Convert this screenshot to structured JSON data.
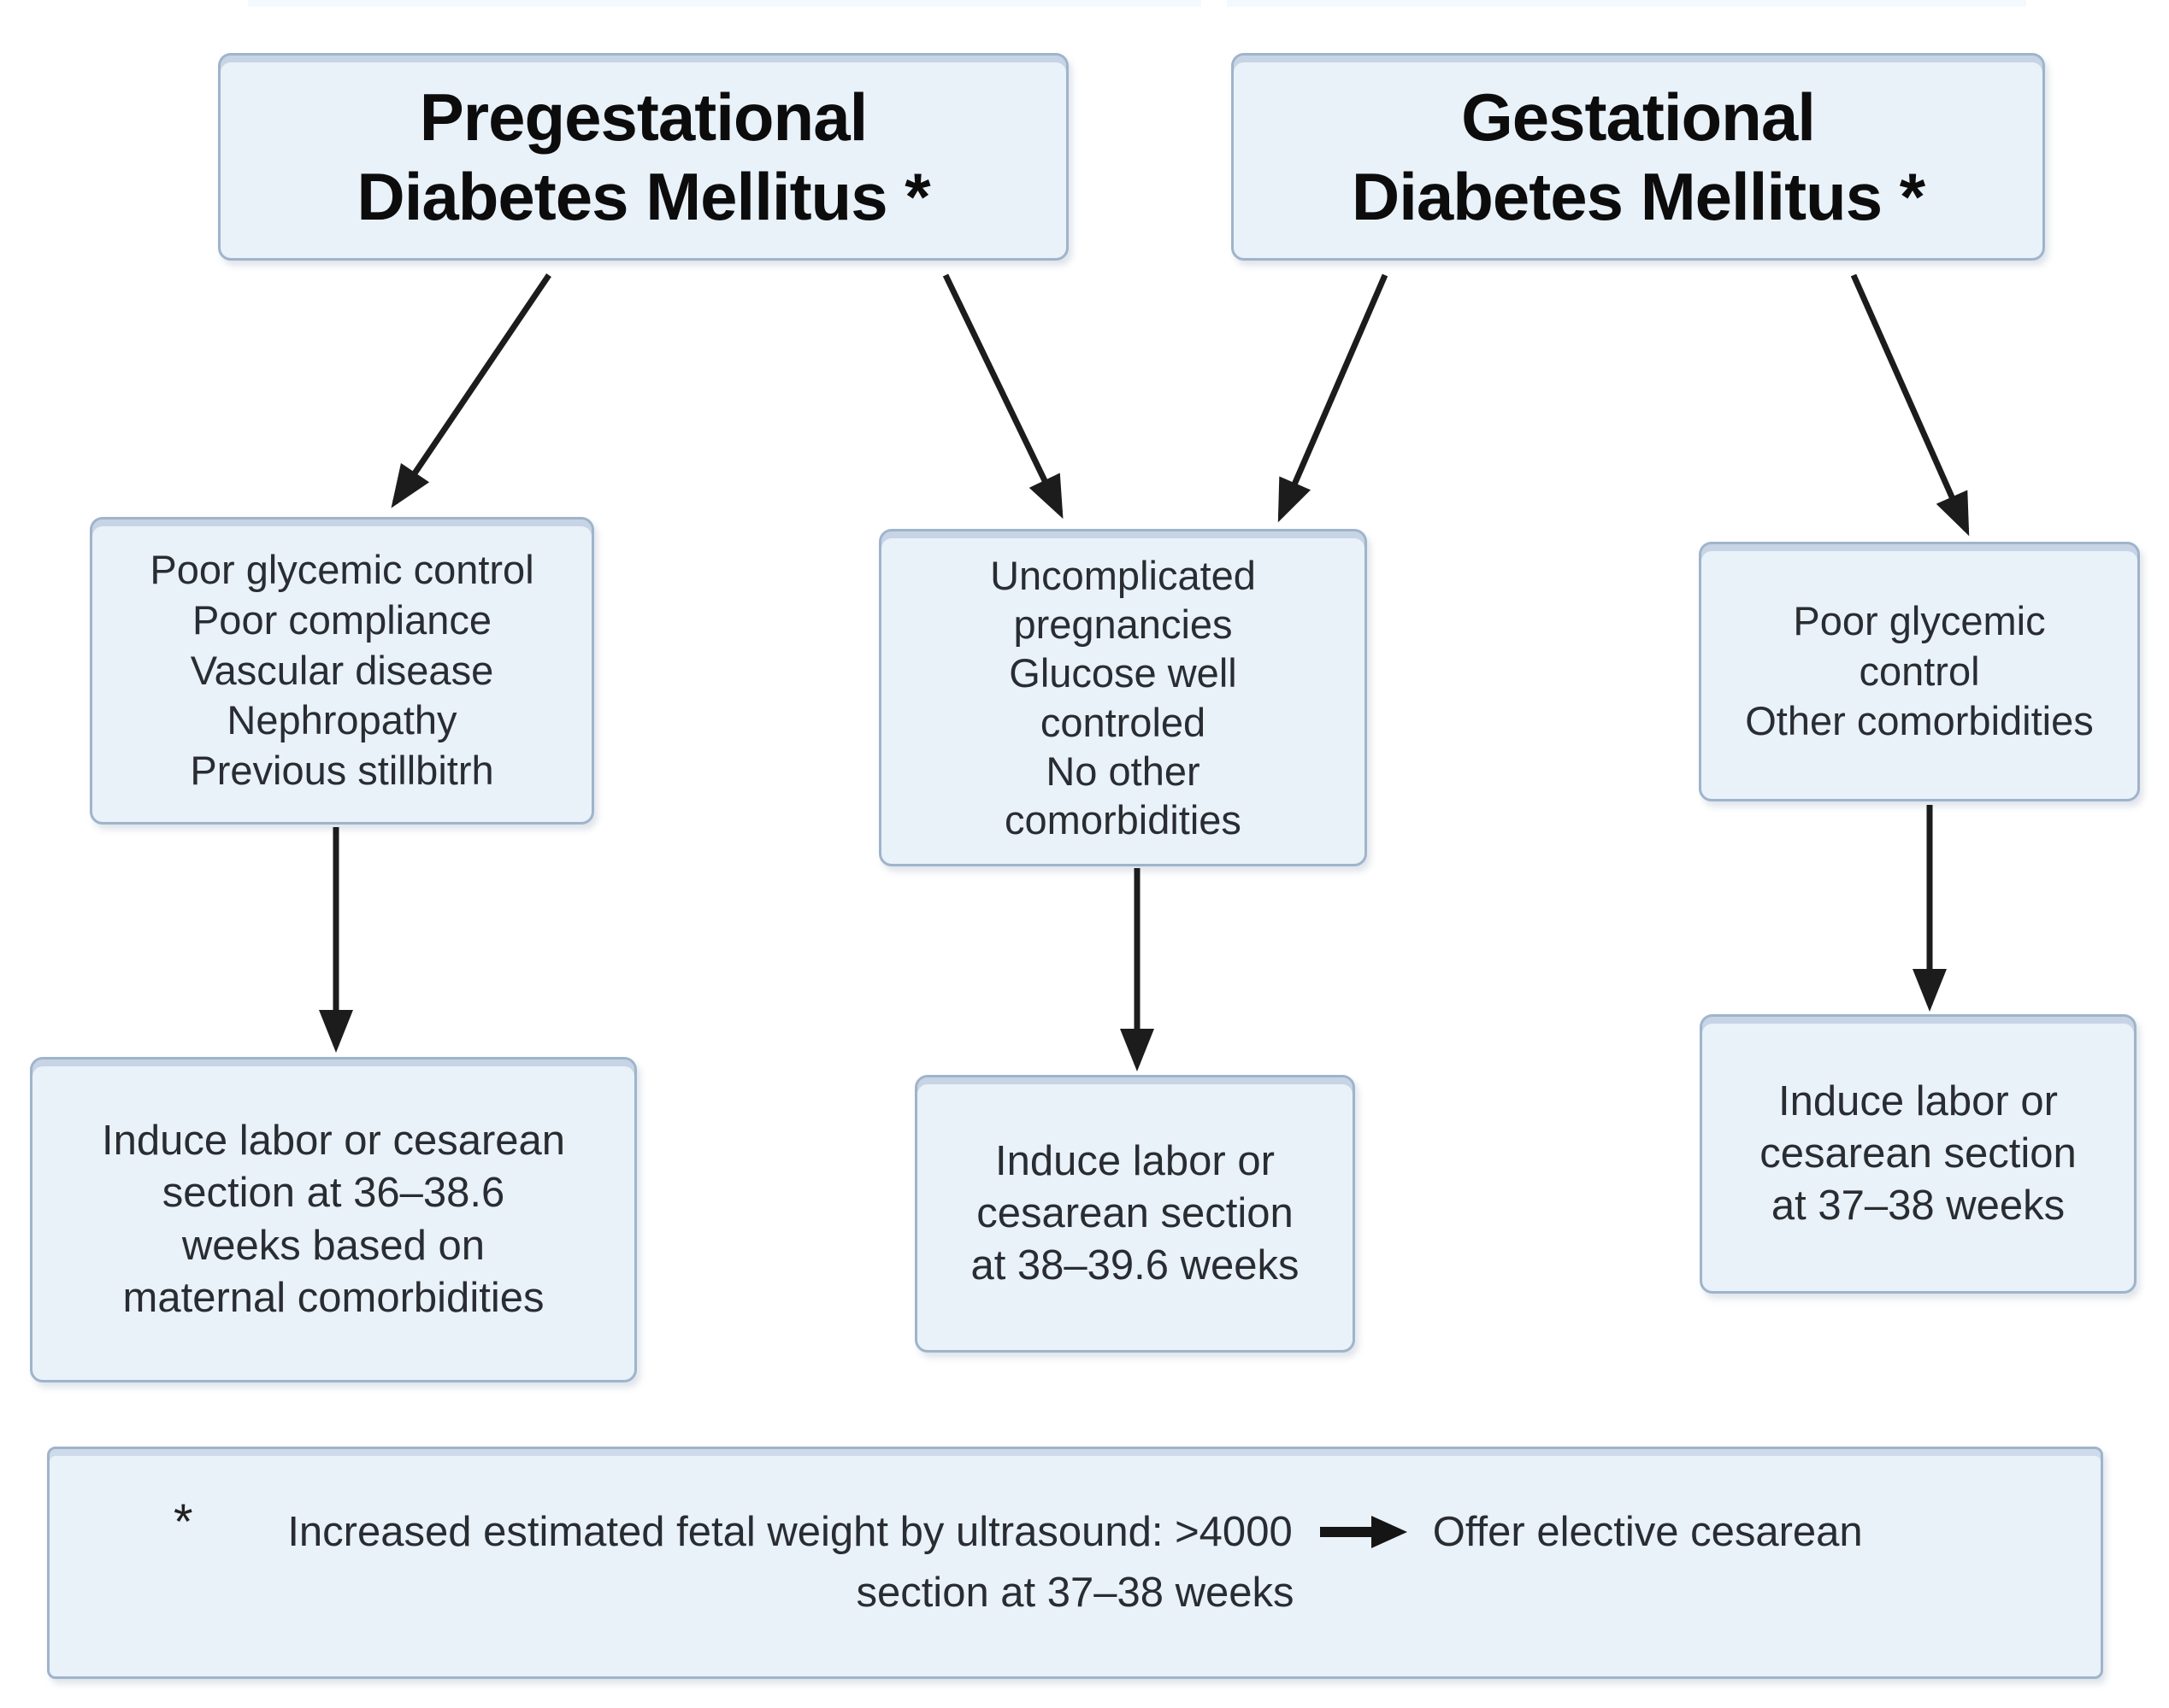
{
  "palette": {
    "box_fill": "#e9f1f9",
    "box_border": "#9fb4cc",
    "arrow_color": "#1c1c1c",
    "title_color": "#0c0c0c",
    "body_color": "#292d31"
  },
  "nodes": {
    "pregestational": {
      "text": "Pregestational\nDiabetes Mellitus *"
    },
    "gestational": {
      "text": "Gestational\nDiabetes Mellitus *"
    },
    "pgdm_risk": {
      "text": "Poor glycemic control\nPoor compliance\nVascular disease\nNephropathy\nPrevious stillbitrh"
    },
    "uncomplicated": {
      "text": "Uncomplicated\npregnancies\nGlucose well\ncontroled\nNo other\ncomorbidities"
    },
    "gdm_risk": {
      "text": "Poor glycemic\ncontrol\nOther comorbidities"
    },
    "outcome_pgdm": {
      "text": "Induce labor or cesarean\nsection at 36–38.6\nweeks based on\nmaternal comorbidities"
    },
    "outcome_uncomplicated": {
      "text": "Induce labor or\ncesarean section\nat 38–39.6 weeks"
    },
    "outcome_gdm": {
      "text": "Induce labor or\ncesarean section\nat 37–38 weeks"
    }
  },
  "footnote": {
    "asterisk": "*",
    "text_before_arrow": "Increased estimated fetal weight by ultrasound: >4000",
    "text_after_arrow": "Offer elective cesarean",
    "line2": "section at 37–38 weeks",
    "arrow_icon": "right-arrow"
  }
}
